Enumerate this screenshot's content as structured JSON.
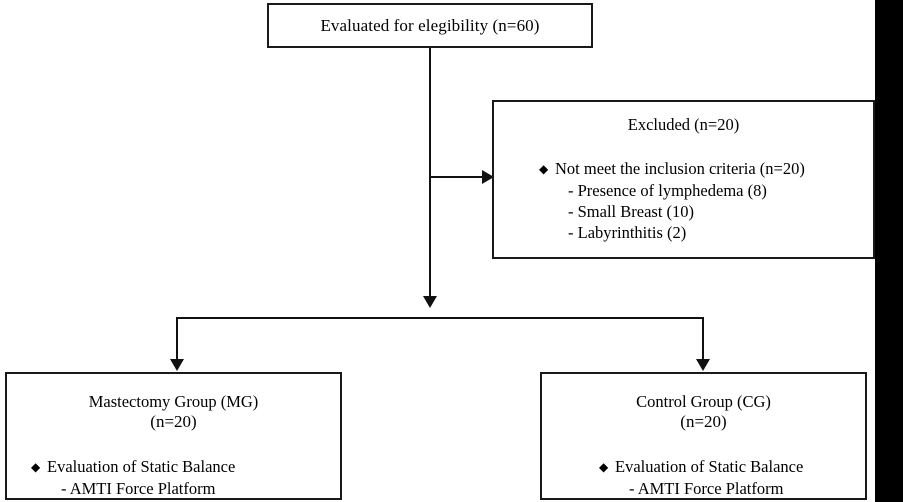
{
  "diagram": {
    "title": "Participant flow diagram",
    "colors": {
      "line": "#111111",
      "box_border": "#1a1a1a",
      "background": "#ffffff",
      "band": "#000000"
    },
    "nodes": {
      "eligibility": {
        "label": "Evaluated for elegibility (n=60)"
      },
      "excluded": {
        "heading": "Excluded (n=20)",
        "bullet_marker": "◆",
        "bullet": "Not meet the inclusion criteria (n=20)",
        "items": [
          "- Presence of lymphedema (8)",
          "- Small Breast (10)",
          "- Labyrinthitis (2)"
        ]
      },
      "mastectomy_group": {
        "title": "Mastectomy Group (MG)",
        "count": "(n=20)",
        "bullet_marker": "◆",
        "bullet": "Evaluation of Static Balance",
        "items": [
          "- AMTI Force Platform"
        ]
      },
      "control_group": {
        "title": "Control Group (CG)",
        "count": "(n=20)",
        "bullet_marker": "◆",
        "bullet": "Evaluation of Static Balance",
        "items": [
          "- AMTI Force Platform"
        ]
      }
    }
  }
}
